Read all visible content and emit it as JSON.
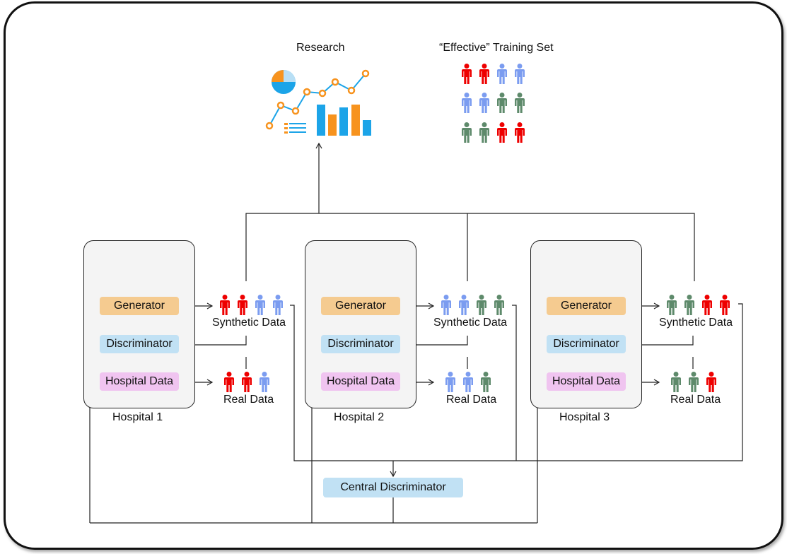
{
  "top": {
    "research_label": "Research",
    "training_set_label": "“Effective” Training Set",
    "training_set_rows": [
      [
        "red",
        "red",
        "blue",
        "blue"
      ],
      [
        "blue",
        "blue",
        "green",
        "green"
      ],
      [
        "green",
        "green",
        "red",
        "red"
      ]
    ]
  },
  "hospitals": [
    {
      "name": "Hospital 1",
      "generator": "Generator",
      "discriminator": "Discriminator",
      "hospital_data": "Hospital Data",
      "synthetic_label": "Synthetic Data",
      "real_label": "Real Data",
      "synthetic_people": [
        "red",
        "red",
        "blue",
        "blue"
      ],
      "real_people": [
        "red",
        "red",
        "blue"
      ]
    },
    {
      "name": "Hospital 2",
      "generator": "Generator",
      "discriminator": "Discriminator",
      "hospital_data": "Hospital Data",
      "synthetic_label": "Synthetic Data",
      "real_label": "Real Data",
      "synthetic_people": [
        "blue",
        "blue",
        "green",
        "green"
      ],
      "real_people": [
        "blue",
        "blue",
        "green"
      ]
    },
    {
      "name": "Hospital 3",
      "generator": "Generator",
      "discriminator": "Discriminator",
      "hospital_data": "Hospital Data",
      "synthetic_label": "Synthetic Data",
      "real_label": "Real Data",
      "synthetic_people": [
        "green",
        "green",
        "red",
        "red"
      ],
      "real_people": [
        "green",
        "green",
        "red"
      ]
    }
  ],
  "central_discriminator": "Central Discriminator",
  "colors": {
    "red": "#ee0000",
    "blue": "#7b9cf0",
    "green": "#5e8a6b",
    "generator": "#f5cb90",
    "discriminator": "#c1e1f4",
    "hospital_data": "#f0c4f0",
    "chart_orange": "#f7931e",
    "chart_blue": "#1ca4e8"
  },
  "icons": {
    "hospital": "hospital-cross-icon",
    "research": "research-charts-icon",
    "person": "person-icon"
  }
}
